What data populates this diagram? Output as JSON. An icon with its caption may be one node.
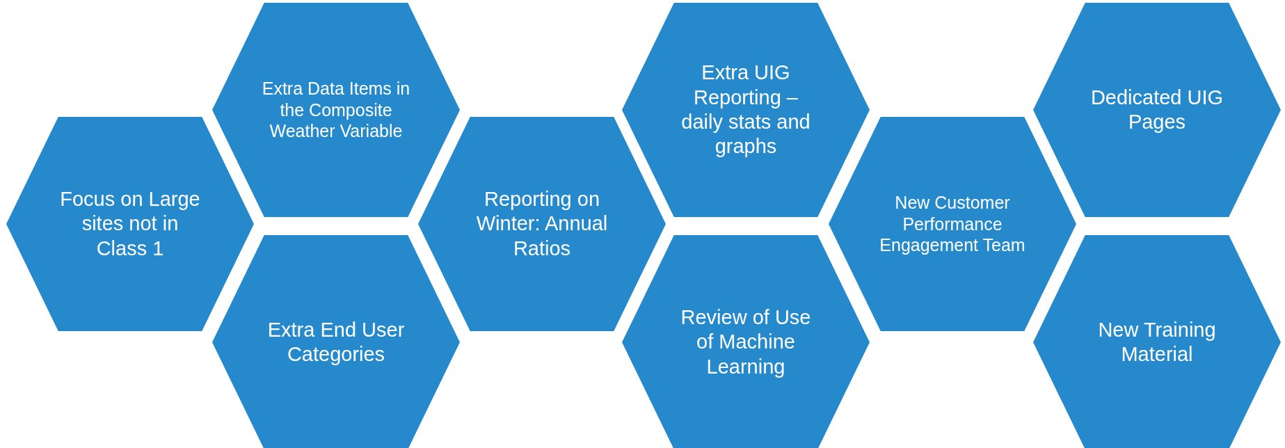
{
  "diagram": {
    "nodes": [
      {
        "text": [
          "Focus on Large sites not in Class 1"
        ]
      },
      {
        "text": [
          "Extra Data Items in the Composite Weather Variable"
        ]
      },
      {
        "text": [
          "Extra End User Categories"
        ]
      },
      {
        "text": [
          "Reporting on Winter: Annual Ratios"
        ]
      },
      {
        "text": [
          "Extra UIG Reporting – daily stats and graphs"
        ]
      },
      {
        "text": [
          "Review of Use of Machine Learning"
        ]
      },
      {
        "text": [
          "New Customer Performance Engagement Team"
        ]
      },
      {
        "text": [
          "Dedicated UIG Pages"
        ]
      },
      {
        "text": [
          "New Training Material"
        ]
      }
    ]
  }
}
